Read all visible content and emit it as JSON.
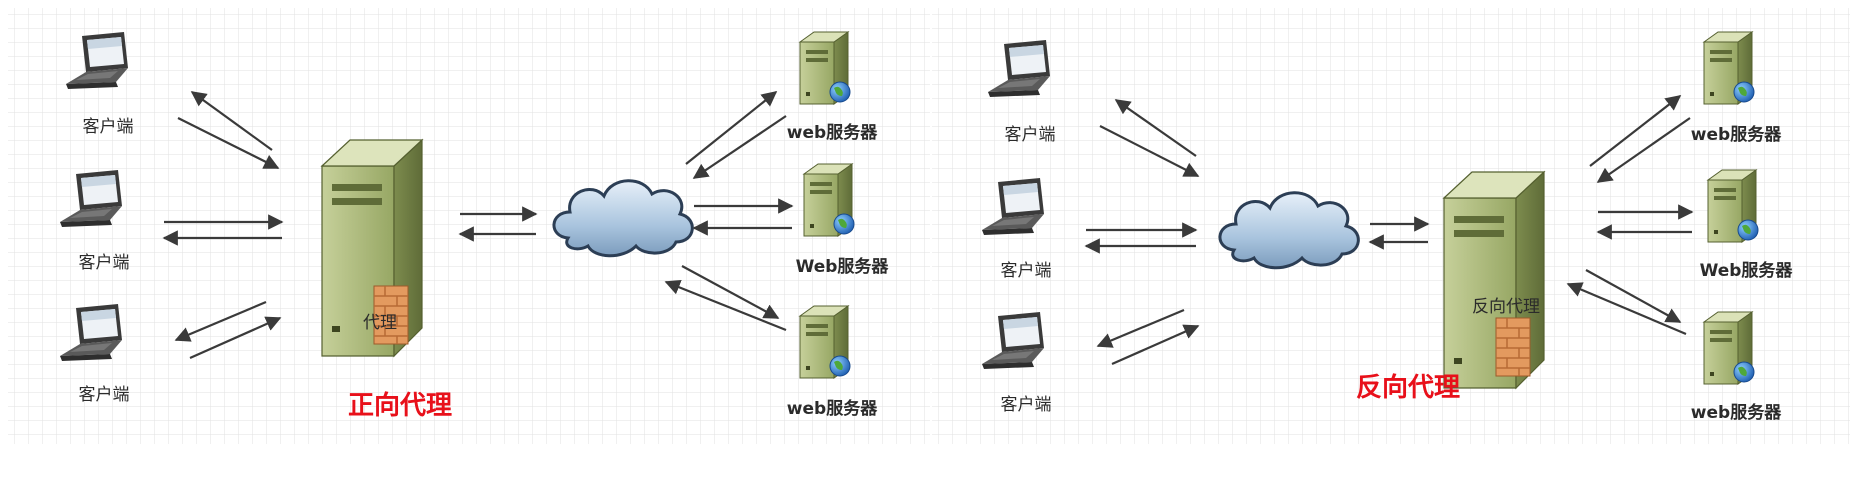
{
  "forward_panel": {
    "title": "正向代理",
    "client_labels": [
      "客户端",
      "客户端",
      "客户端"
    ],
    "proxy_label": "代理",
    "server_labels": [
      "web服务器",
      "Web服务器",
      "web服务器"
    ]
  },
  "reverse_panel": {
    "title": "反向代理",
    "client_labels": [
      "客户端",
      "客户端",
      "客户端"
    ],
    "proxy_label": "反向代理",
    "server_labels": [
      "web服务器",
      "Web服务器",
      "web服务器"
    ]
  },
  "colors": {
    "title": "#e8101a",
    "grid": "#e2e2e2",
    "arrow": "#3a3a3a",
    "server_body": "#aab87a",
    "cloud": "#a9c4de"
  }
}
